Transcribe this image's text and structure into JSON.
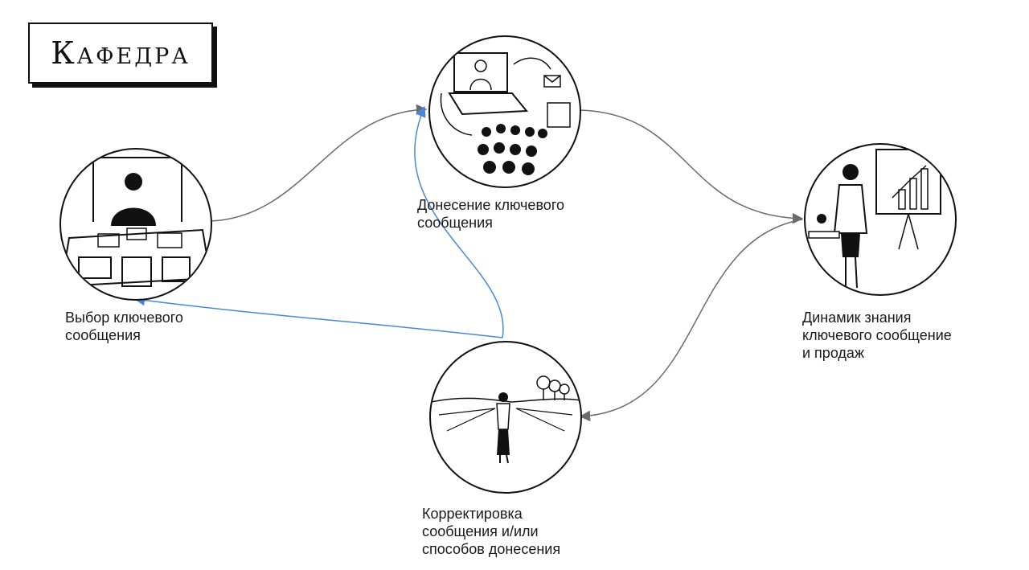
{
  "logo": {
    "text": "Кафедра"
  },
  "nodes": {
    "select": {
      "label": "Выбор ключевого\nсообщения",
      "image": "office-meeting-illustration"
    },
    "deliver": {
      "label": "Донесение ключевого\nсообщения",
      "image": "laptop-presentation-audience-illustration"
    },
    "dynamics": {
      "label": "Динамик знания\nключевого сообщение\nи продаж",
      "image": "presenter-chart-illustration"
    },
    "correct": {
      "label": "Корректировка\nсообщения и/или\nспособов донесения",
      "image": "crossroads-person-illustration"
    }
  },
  "colors": {
    "arrow_gray": "#6b6b6b",
    "arrow_blue": "#4a86d8",
    "ink": "#111111"
  }
}
